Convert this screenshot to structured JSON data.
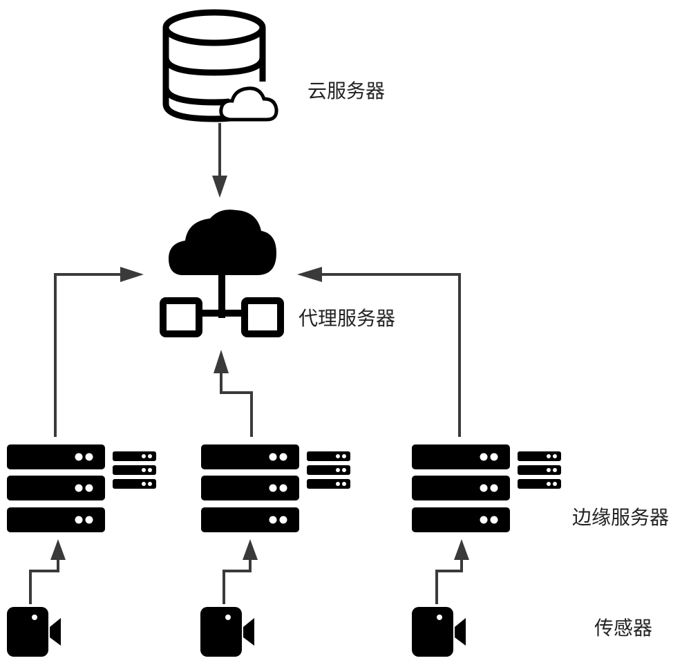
{
  "labels": {
    "cloud_server": "云服务器",
    "proxy_server": "代理服务器",
    "edge_server": "边缘服务器",
    "sensor": "传感器"
  },
  "colors": {
    "icon": "#000000",
    "arrow": "#3a3a3a",
    "background": "#ffffff"
  },
  "icons": {
    "cloud_server": "database-cloud-icon",
    "proxy_server": "network-cloud-icon",
    "edge_server": "server-rack-icon",
    "sensor": "camera-icon"
  }
}
